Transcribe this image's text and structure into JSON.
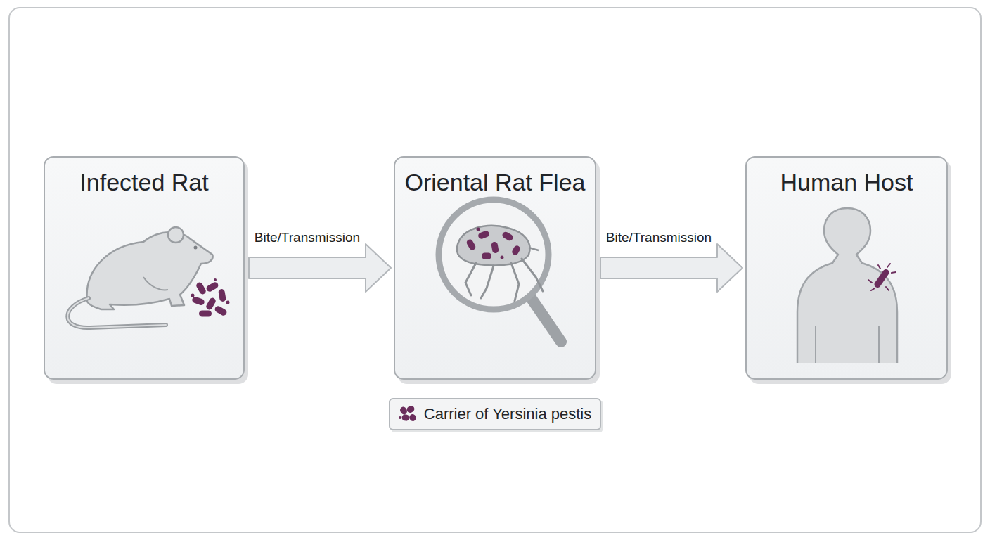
{
  "diagram": {
    "nodes": [
      {
        "text": [
          "Infected Rat"
        ]
      },
      {
        "text": [
          "Oriental Rat Flea"
        ]
      },
      {
        "text": [
          "Human Host"
        ]
      }
    ],
    "edges": [
      {
        "from": 0,
        "to": 1,
        "arrow": "to",
        "label": "Bite/Transmission"
      },
      {
        "from": 1,
        "to": 2,
        "arrow": "to",
        "label": "Bite/Transmission"
      }
    ],
    "legend": [
      {
        "text": "Carrier of Yersinia pestis"
      }
    ]
  }
}
